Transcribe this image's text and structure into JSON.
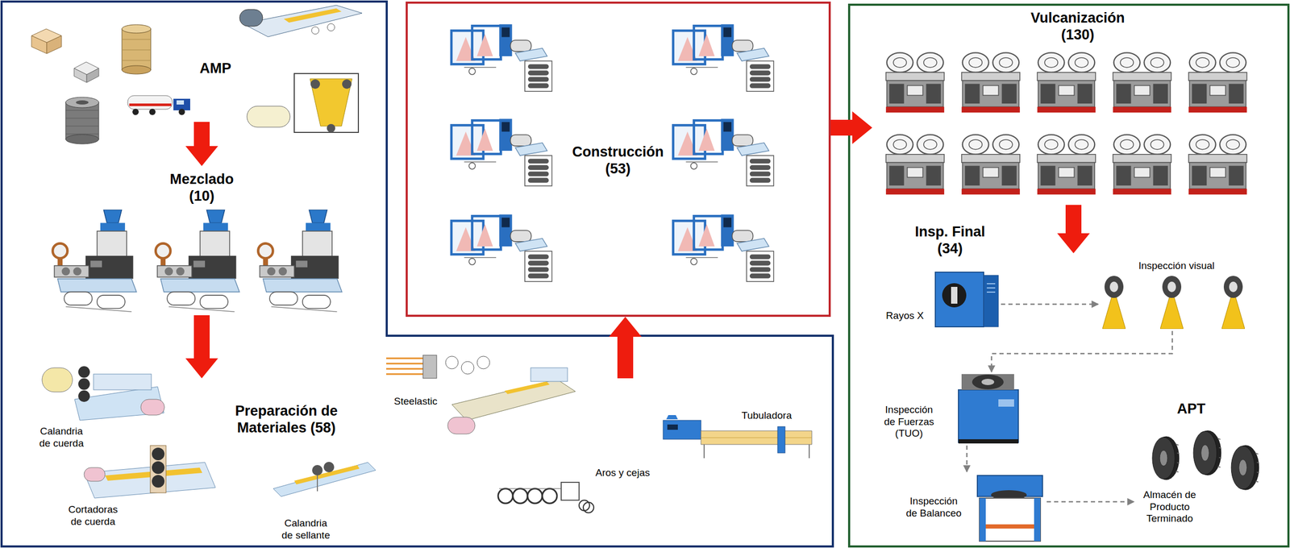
{
  "diagram": {
    "nodes": [
      {
        "text": [
          "AMP"
        ]
      },
      {
        "text": [
          "Mezclado (10)"
        ]
      },
      {
        "text": [
          "Preparación de Materiales (58)"
        ]
      },
      {
        "text": [
          "Construcción (53)"
        ]
      },
      {
        "text": [
          "Vulcanización (130)"
        ]
      },
      {
        "text": [
          "Insp. Final (34)"
        ]
      },
      {
        "text": [
          "Rayos X"
        ],
        "in": 5
      },
      {
        "text": [
          "Inspección visual"
        ],
        "in": 5
      },
      {
        "text": [
          "Inspección de Fuerzas (TUO)"
        ],
        "in": 5
      },
      {
        "text": [
          "Inspección de Balanceo"
        ],
        "in": 5
      },
      {
        "text": [
          "APT",
          "Almacén de Producto Terminado"
        ],
        "in": 5
      }
    ],
    "edges": [
      {
        "from": 0,
        "to": 1,
        "arrow": "to"
      },
      {
        "from": 1,
        "to": 2,
        "arrow": "to"
      },
      {
        "from": 2,
        "to": 3,
        "arrow": "to"
      },
      {
        "from": 3,
        "to": 4,
        "arrow": "to"
      },
      {
        "from": 4,
        "to": 5,
        "arrow": "to"
      },
      {
        "from": 6,
        "to": 7,
        "arrow": "to"
      },
      {
        "from": 7,
        "to": 8,
        "arrow": "to"
      },
      {
        "from": 8,
        "to": 9,
        "arrow": "to"
      },
      {
        "from": 9,
        "to": 10,
        "arrow": "to"
      }
    ],
    "labels": [
      "Calandria de cuerda",
      "Cortadoras de cuerda",
      "Calandria de sellante",
      "Steelastic",
      "Tubuladora",
      "Aros y cejas"
    ]
  }
}
